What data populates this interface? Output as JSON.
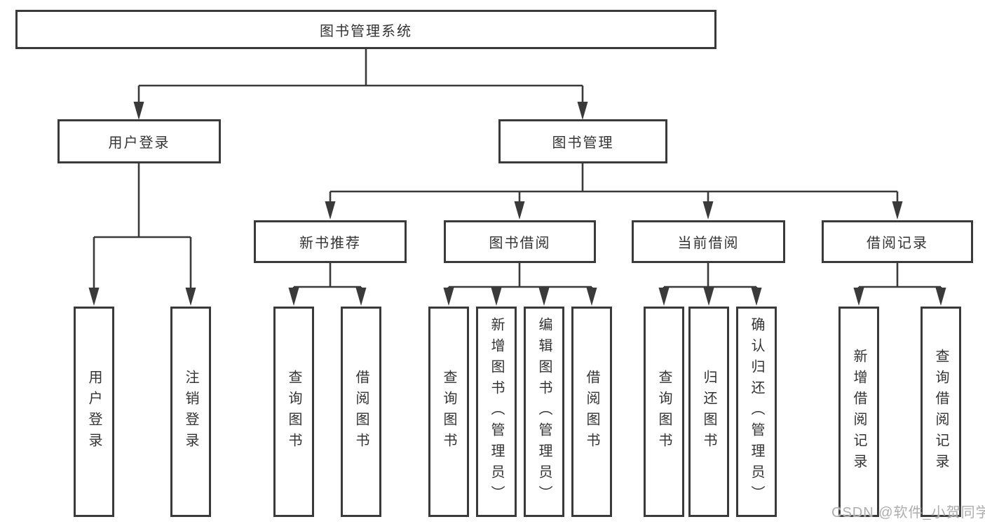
{
  "diagram": {
    "title": "图书管理系统",
    "colors": {
      "line": "#3a3a3a",
      "text": "#333333",
      "background": "#ffffff",
      "watermark": "#adadad"
    },
    "nodes": {
      "root": "图书管理系统",
      "level2": [
        {
          "label": "用户登录"
        },
        {
          "label": "图书管理"
        }
      ],
      "level3": [
        {
          "label": "新书推荐"
        },
        {
          "label": "图书借阅"
        },
        {
          "label": "当前借阅"
        },
        {
          "label": "借阅记录"
        }
      ],
      "leaves": [
        {
          "label": "用户登录"
        },
        {
          "label": "注销登录"
        },
        {
          "label": "查询图书"
        },
        {
          "label": "借阅图书"
        },
        {
          "label": "查询图书"
        },
        {
          "label": "新增图书（管理员）"
        },
        {
          "label": "编辑图书（管理员）"
        },
        {
          "label": "借阅图书"
        },
        {
          "label": "查询图书"
        },
        {
          "label": "归还图书"
        },
        {
          "label": "确认归还（管理员）"
        },
        {
          "label": "新增借阅记录"
        },
        {
          "label": "查询借阅记录"
        }
      ]
    },
    "watermark": "CSDN @软件_小贺同学"
  }
}
